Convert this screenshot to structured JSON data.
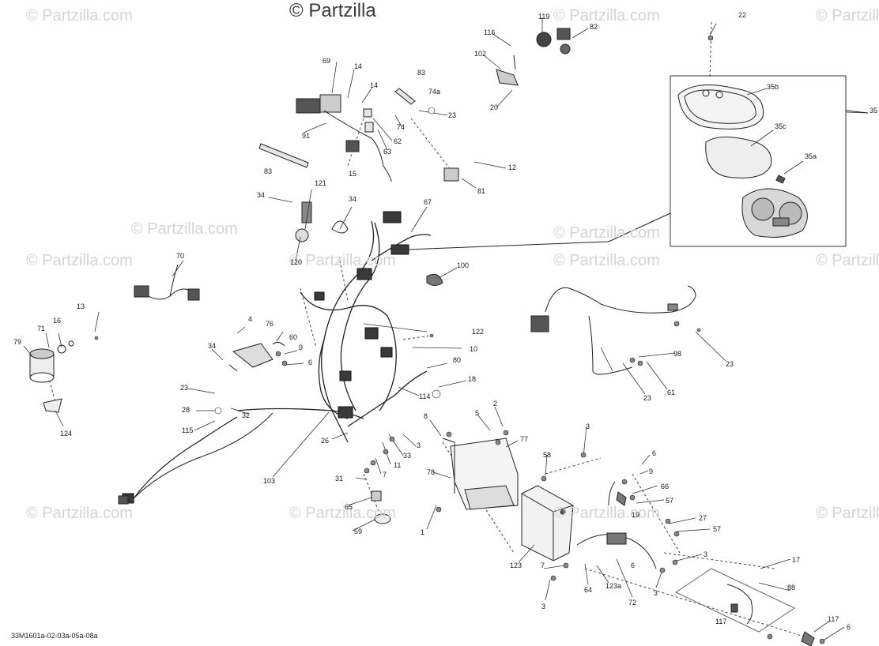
{
  "watermark": "© Partzilla.com",
  "top_watermark": "© Partzilla",
  "diagram_code": "33M1601a-02-03a-05a-08a",
  "labels": [
    "22",
    "119",
    "116",
    "82",
    "102",
    "20",
    "69",
    "14",
    "14",
    "83",
    "74a",
    "23",
    "74",
    "62",
    "63",
    "91",
    "83",
    "15",
    "12",
    "81",
    "35",
    "35b",
    "35c",
    "35a",
    "34",
    "121",
    "34",
    "67",
    "120",
    "70",
    "100",
    "13",
    "16",
    "71",
    "79",
    "124",
    "4",
    "76",
    "34",
    "60",
    "9",
    "6",
    "122",
    "10",
    "80",
    "18",
    "114",
    "23",
    "28",
    "115",
    "32",
    "26",
    "103",
    "2",
    "5",
    "8",
    "77",
    "3",
    "33",
    "11",
    "7",
    "31",
    "65",
    "59",
    "78",
    "58",
    "1",
    "3",
    "6",
    "9",
    "66",
    "57",
    "27",
    "57",
    "19",
    "6",
    "3",
    "123",
    "7",
    "64",
    "123a",
    "72",
    "3",
    "17",
    "88",
    "117",
    "117",
    "6",
    "3",
    "98",
    "23",
    "23",
    "61"
  ],
  "colors": {
    "line": "#222222",
    "part_fill": "#e6e6e6",
    "dark": "#3a3a3a",
    "watermark": "#d4d4d4"
  }
}
